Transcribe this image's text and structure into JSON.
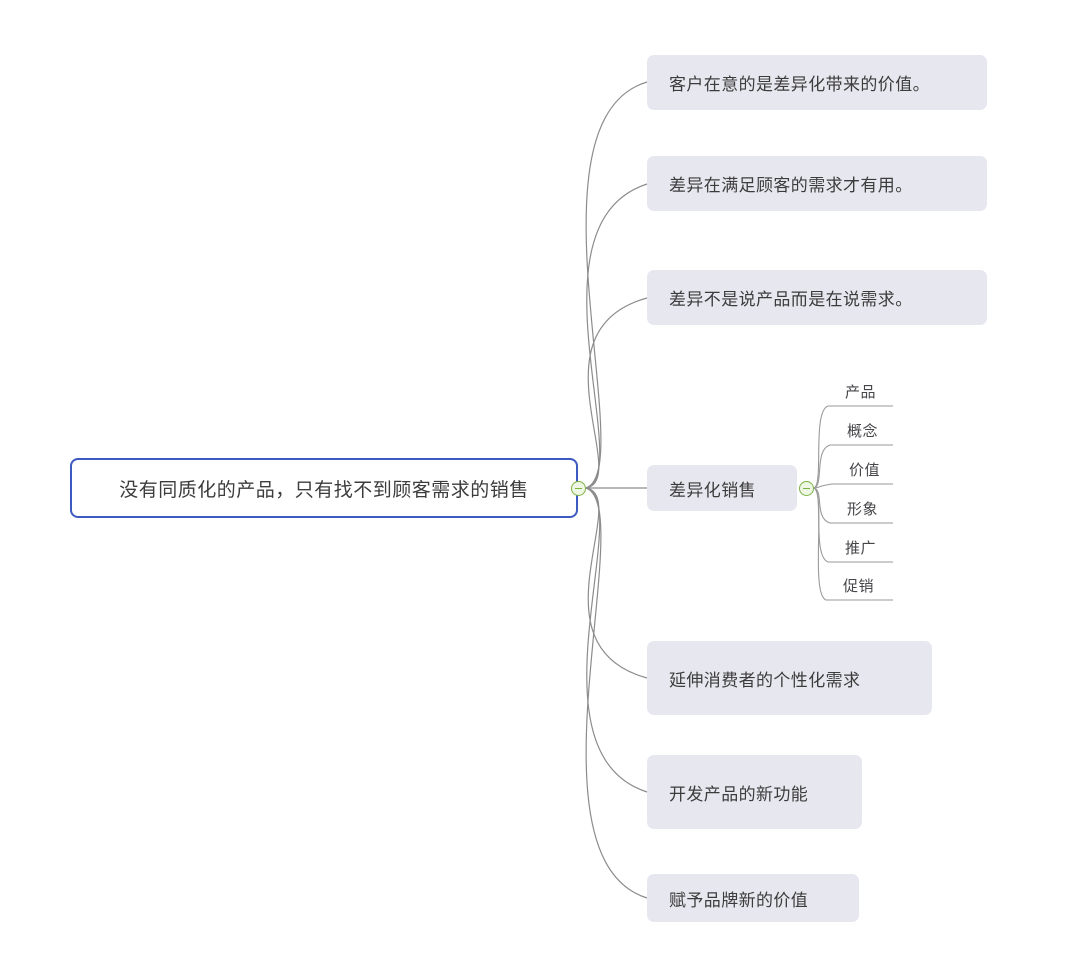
{
  "root": {
    "label": "没有同质化的产品，只有找不到顾客需求的销售",
    "border_color": "#3b5bc0",
    "text_color": "#3c3c3c"
  },
  "toggles": [
    {
      "name": "root-toggle",
      "state": "expanded",
      "glyph": "minus"
    },
    {
      "name": "branch-toggle-differentiated-sales",
      "state": "expanded",
      "glyph": "minus"
    }
  ],
  "colors": {
    "node_background": "#e7e7ef",
    "connector": "#8c8c8c",
    "toggle_accent": "#7cb342",
    "canvas": "#ffffff"
  },
  "branches": [
    {
      "label": "客户在意的是差异化带来的价值。"
    },
    {
      "label": "差异在满足顾客的需求才有用。"
    },
    {
      "label": "差异不是说产品而是在说需求。"
    },
    {
      "label": "差异化销售"
    },
    {
      "label": "延伸消费者的个性化需求"
    },
    {
      "label": "开发产品的新功能"
    },
    {
      "label": "赋予品牌新的价值"
    }
  ],
  "subnodes": [
    {
      "label": "产品"
    },
    {
      "label": "概念"
    },
    {
      "label": "价值"
    },
    {
      "label": "形象"
    },
    {
      "label": "推广"
    },
    {
      "label": "促销"
    }
  ]
}
